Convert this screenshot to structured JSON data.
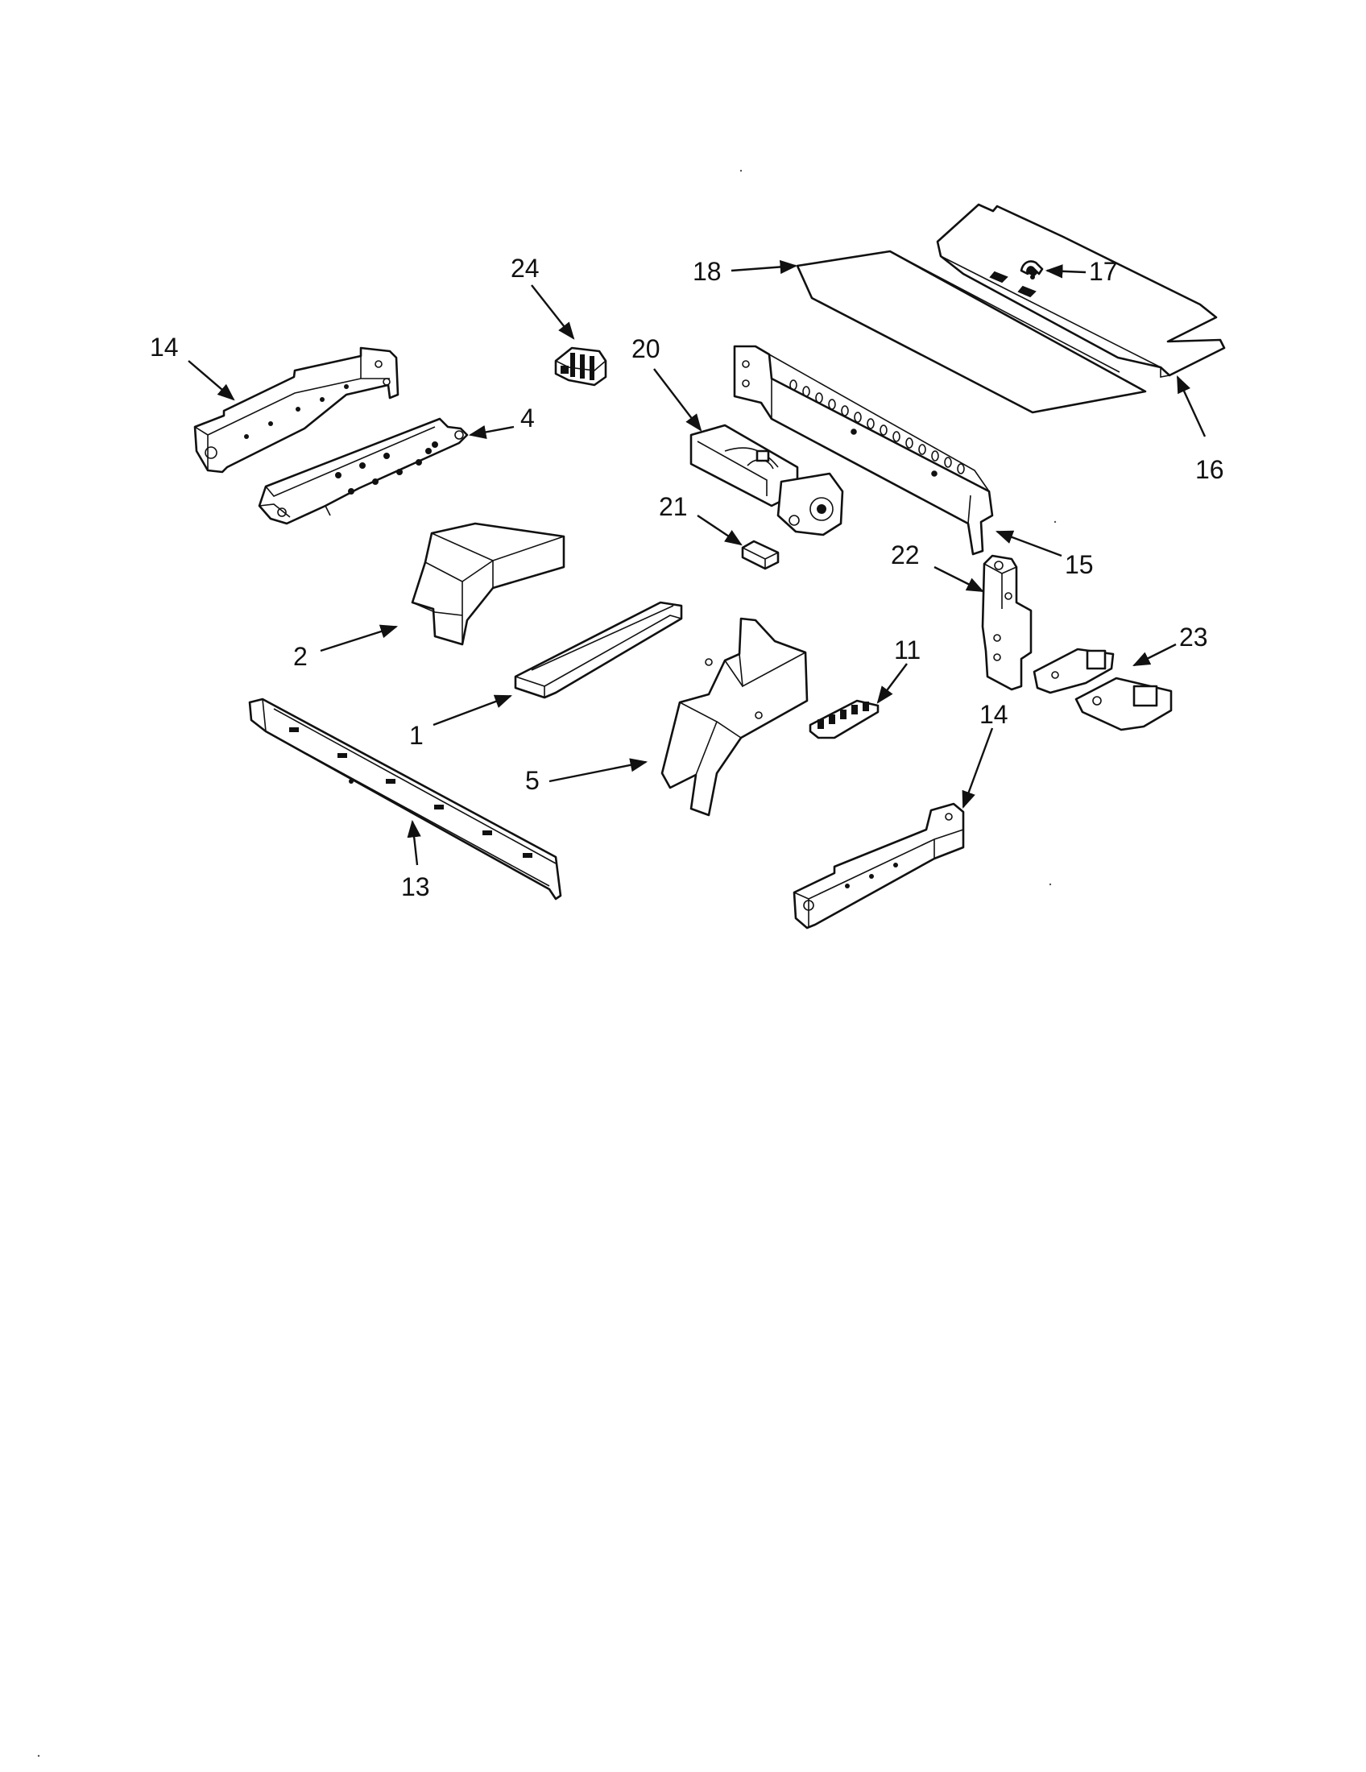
{
  "diagram": {
    "callouts": [
      {
        "id": "c24",
        "text": "24"
      },
      {
        "id": "c18",
        "text": "18"
      },
      {
        "id": "c17",
        "text": "17"
      },
      {
        "id": "c14a",
        "text": "14"
      },
      {
        "id": "c20",
        "text": "20"
      },
      {
        "id": "c4",
        "text": "4"
      },
      {
        "id": "c16",
        "text": "16"
      },
      {
        "id": "c21",
        "text": "21"
      },
      {
        "id": "c22",
        "text": "22"
      },
      {
        "id": "c15",
        "text": "15"
      },
      {
        "id": "c2",
        "text": "2"
      },
      {
        "id": "c23",
        "text": "23"
      },
      {
        "id": "c11",
        "text": "11"
      },
      {
        "id": "c1",
        "text": "1"
      },
      {
        "id": "c14b",
        "text": "14"
      },
      {
        "id": "c5",
        "text": "5"
      },
      {
        "id": "c13",
        "text": "13"
      }
    ]
  }
}
